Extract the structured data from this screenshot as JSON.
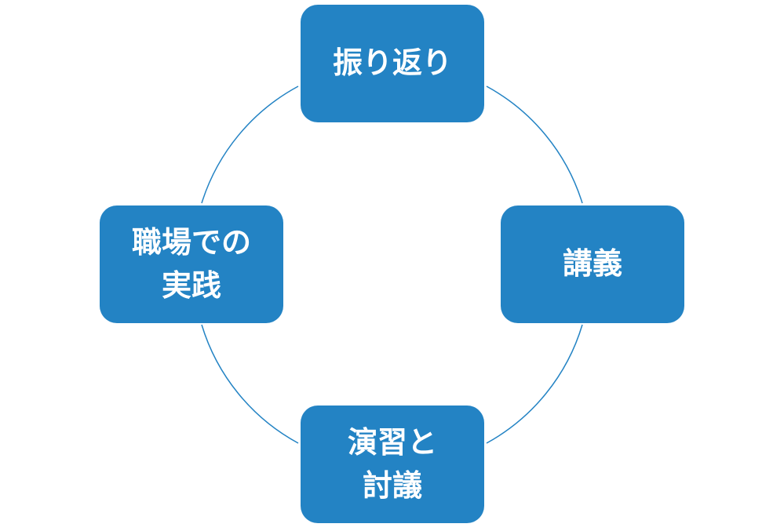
{
  "diagram": {
    "type": "cycle",
    "colors": {
      "node_fill": "#2383c4",
      "node_text": "#ffffff",
      "connector": "#2383c4"
    },
    "nodes": [
      {
        "id": "top",
        "label": "振り返り"
      },
      {
        "id": "right",
        "label": "講義"
      },
      {
        "id": "bottom",
        "label": "演習と\n討議"
      },
      {
        "id": "left",
        "label": "職場での\n実践"
      }
    ]
  }
}
